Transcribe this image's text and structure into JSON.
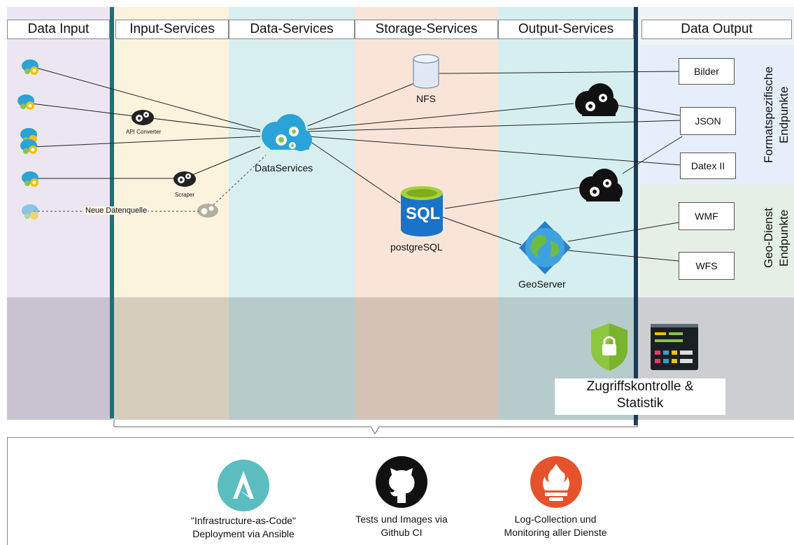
{
  "columns": {
    "data_input": "Data Input",
    "input_services": "Input-Services",
    "data_services": "Data-Services",
    "storage_services": "Storage-Services",
    "output_services": "Output-Services",
    "data_output": "Data Output"
  },
  "nodes": {
    "api_converter": "API Converter",
    "scraper": "Scraper",
    "neue_datenquelle": "Neue Datenquelle",
    "dataservices": "DataServices",
    "nfs": "NFS",
    "postgresql": "postgreSQL",
    "sql_label": "SQL",
    "geoserver": "GeoServer"
  },
  "endpoints": {
    "bilder": "Bilder",
    "json": "JSON",
    "datex": "Datex II",
    "wmf": "WMF",
    "wfs": "WFS"
  },
  "groups": {
    "format_line1": "Formatspezifische",
    "format_line2": "Endpunkte",
    "geo_line1": "Geo-Dienst",
    "geo_line2": "Endpunkte"
  },
  "access": {
    "line1": "Zugriffskontrolle &",
    "line2": "Statistik"
  },
  "footer": {
    "ansible_line1": "\"Infrastructure-as-Code\"",
    "ansible_line2": "Deployment via Ansible",
    "github_line1": "Tests und Images via",
    "github_line2": "Github CI",
    "prom_line1": "Log-Collection und",
    "prom_line2": "Monitoring aller Dienste"
  },
  "colors": {
    "data_input_bg": "#ece6f2",
    "input_services_bg": "#fcf3dd",
    "data_services_bg": "#d8efef",
    "storage_bg": "#fae4d8",
    "output_bg": "#d5eff0",
    "output_right_bg": "#e6eefa",
    "geo_bg": "#e6efe6",
    "bar_teal": "#1f6f7a",
    "bar_navy": "#1b3a55",
    "ansible": "#5bbdbf",
    "prometheus": "#e6522c",
    "sql_blue": "#1a73c8",
    "shield": "#8dc63f"
  }
}
